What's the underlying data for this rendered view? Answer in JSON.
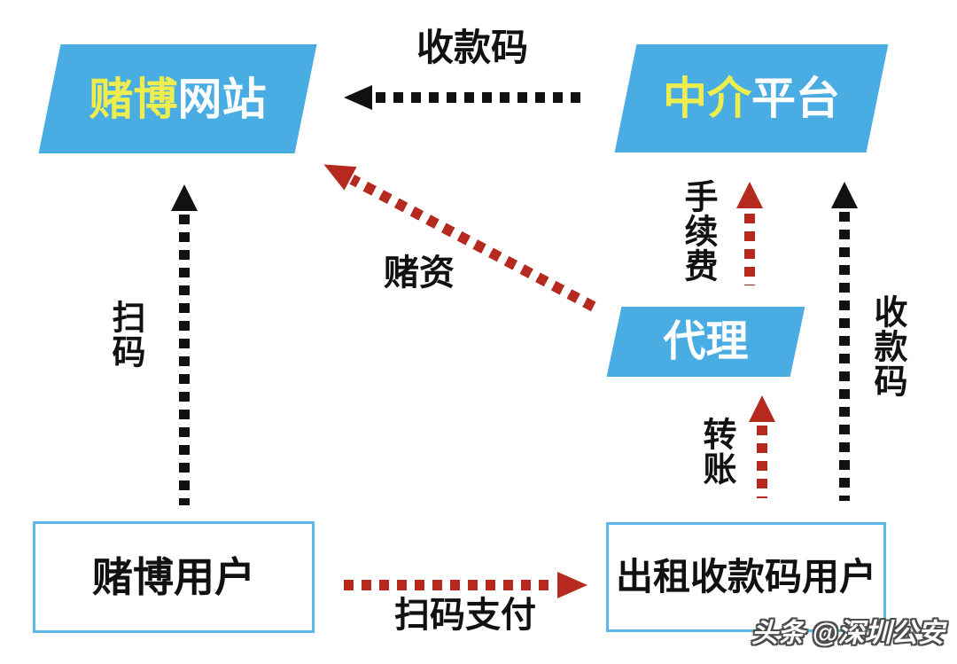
{
  "nodes": {
    "site": {
      "highlight": "赌博",
      "rest": "网站"
    },
    "platform": {
      "highlight": "中介",
      "rest": "平台"
    },
    "agent": {
      "label": "代理"
    },
    "gambler": {
      "label": "赌博用户"
    },
    "renter": {
      "label": "出租收款码用户"
    }
  },
  "edges": {
    "qr_top": {
      "label": "收款码",
      "direction": "platform-to-site",
      "style": "black-dotted"
    },
    "scan": {
      "label": "扫码",
      "direction": "gambler-to-site",
      "style": "black-dotted"
    },
    "bet": {
      "label": "赌资",
      "direction": "agent-to-site",
      "style": "red-dotted"
    },
    "fee": {
      "label": "手续费",
      "direction": "agent-to-platform",
      "style": "red-dotted"
    },
    "qr_right": {
      "label": "收款码",
      "direction": "renter-to-platform",
      "style": "black-dotted"
    },
    "transfer": {
      "label": "转账",
      "direction": "renter-to-agent",
      "style": "red-dotted"
    },
    "pay": {
      "label": "扫码支付",
      "direction": "gambler-to-renter",
      "style": "red-dotted"
    }
  },
  "colors": {
    "node_fill": "#49ACE3",
    "box_border": "#5CB8E8",
    "highlight_text": "#EDED4F",
    "arrow_black": "#111111",
    "arrow_red": "#B5291F"
  },
  "watermark": "头条 @深圳公安"
}
